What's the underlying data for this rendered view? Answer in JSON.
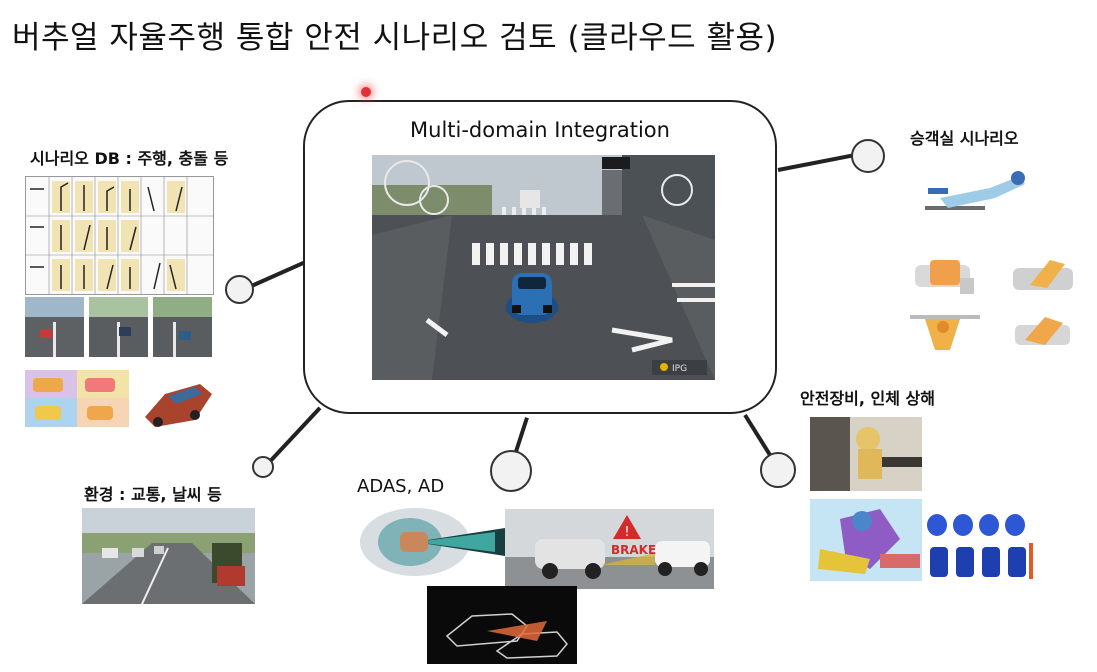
{
  "title": "버추얼 자율주행 통합 안전 시나리오 검토 (클라우드 활용)",
  "center": {
    "title": "Multi-domain Integration",
    "sim_logo": "IPG"
  },
  "labels": {
    "scenario_db": "시나리오 DB : 주행, 충돌 등",
    "environment": "환경 : 교통, 날씨 등",
    "adas": "ADAS, AD",
    "cabin": "승객실 시나리오",
    "safety": "안전장비, 인체 상해"
  },
  "brake_text": "BRAKE",
  "colors": {
    "line": "#222222",
    "node_fill": "#f2f2f2",
    "sim_road": "#4a4d50",
    "brake_red": "#d42a2a"
  }
}
